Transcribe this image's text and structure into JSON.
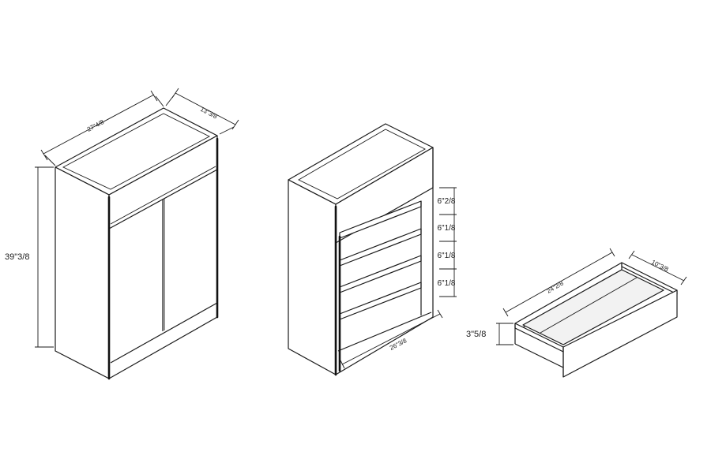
{
  "cabinet": {
    "width_label": "27\"4/8",
    "depth_label": "13\"3/8",
    "height_label": "39\"3/8"
  },
  "shelf_unit": {
    "inner_width_label": "26\"3/8",
    "gap_labels": [
      "6\"2/8",
      "6\"1/8",
      "6\"1/8",
      "6\"1/8"
    ]
  },
  "drawer": {
    "width_label": "24\"2/8",
    "depth_label": "10\"3/8",
    "height_label": "3\"5/8"
  }
}
